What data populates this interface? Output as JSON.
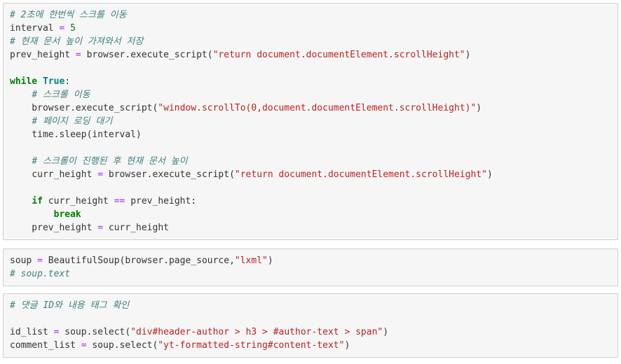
{
  "token_styles": {
    "plain": {
      "color": "#333333"
    },
    "comment": {
      "color": "#408080",
      "italic": true
    },
    "keyword": {
      "color": "#008000",
      "bold": true
    },
    "builtin": {
      "color": "#008080",
      "bold": true
    },
    "operator": {
      "color": "#AA22FF"
    },
    "number": {
      "color": "#008800"
    },
    "string": {
      "color": "#BA2121"
    }
  },
  "block_background": "#f6f6f6",
  "block_border": "#cfcfcf",
  "code_blocks": [
    {
      "label": "scroll-loop-block",
      "lines": [
        [
          {
            "t": "comment",
            "v": "# 2초에 한번씩 스크롤 이동"
          }
        ],
        [
          {
            "t": "plain",
            "v": "interval "
          },
          {
            "t": "operator",
            "v": "="
          },
          {
            "t": "plain",
            "v": " "
          },
          {
            "t": "number",
            "v": "5"
          }
        ],
        [
          {
            "t": "comment",
            "v": "# 현재 문서 높이 가져와서 저장"
          }
        ],
        [
          {
            "t": "plain",
            "v": "prev_height "
          },
          {
            "t": "operator",
            "v": "="
          },
          {
            "t": "plain",
            "v": " browser.execute_script("
          },
          {
            "t": "string",
            "v": "\"return document.documentElement.scrollHeight\""
          },
          {
            "t": "plain",
            "v": ")"
          }
        ],
        [],
        [
          {
            "t": "keyword",
            "v": "while"
          },
          {
            "t": "plain",
            "v": " "
          },
          {
            "t": "builtin",
            "v": "True"
          },
          {
            "t": "plain",
            "v": ":"
          }
        ],
        [
          {
            "t": "plain",
            "v": "    "
          },
          {
            "t": "comment",
            "v": "# 스크롤 이동"
          }
        ],
        [
          {
            "t": "plain",
            "v": "    browser.execute_script("
          },
          {
            "t": "string",
            "v": "\"window.scrollTo(0,document.documentElement.scrollHeight)\""
          },
          {
            "t": "plain",
            "v": ")"
          }
        ],
        [
          {
            "t": "plain",
            "v": "    "
          },
          {
            "t": "comment",
            "v": "# 페이지 로딩 대기"
          }
        ],
        [
          {
            "t": "plain",
            "v": "    time.sleep(interval)"
          }
        ],
        [],
        [
          {
            "t": "plain",
            "v": "    "
          },
          {
            "t": "comment",
            "v": "# 스크롤이 진행된 후 현재 문서 높이"
          }
        ],
        [
          {
            "t": "plain",
            "v": "    curr_height "
          },
          {
            "t": "operator",
            "v": "="
          },
          {
            "t": "plain",
            "v": " browser.execute_script("
          },
          {
            "t": "string",
            "v": "\"return document.documentElement.scrollHeight\""
          },
          {
            "t": "plain",
            "v": ")"
          }
        ],
        [],
        [
          {
            "t": "plain",
            "v": "    "
          },
          {
            "t": "keyword",
            "v": "if"
          },
          {
            "t": "plain",
            "v": " curr_height "
          },
          {
            "t": "operator",
            "v": "=="
          },
          {
            "t": "plain",
            "v": " prev_height:"
          }
        ],
        [
          {
            "t": "plain",
            "v": "        "
          },
          {
            "t": "keyword",
            "v": "break"
          }
        ],
        [
          {
            "t": "plain",
            "v": "    prev_height "
          },
          {
            "t": "operator",
            "v": "="
          },
          {
            "t": "plain",
            "v": " curr_height"
          }
        ]
      ]
    },
    {
      "label": "beautifulsoup-parse-block",
      "lines": [
        [
          {
            "t": "plain",
            "v": "soup "
          },
          {
            "t": "operator",
            "v": "="
          },
          {
            "t": "plain",
            "v": " BeautifulSoup(browser.page_source,"
          },
          {
            "t": "string",
            "v": "\"lxml\""
          },
          {
            "t": "plain",
            "v": ")"
          }
        ],
        [
          {
            "t": "comment",
            "v": "# soup.text"
          }
        ]
      ]
    },
    {
      "label": "comment-selector-block",
      "lines": [
        [
          {
            "t": "comment",
            "v": "# 댓글 ID와 내용 태그 확인"
          }
        ],
        [],
        [
          {
            "t": "plain",
            "v": "id_list "
          },
          {
            "t": "operator",
            "v": "="
          },
          {
            "t": "plain",
            "v": " soup.select("
          },
          {
            "t": "string",
            "v": "\"div#header-author > h3 > #author-text > span\""
          },
          {
            "t": "plain",
            "v": ")"
          }
        ],
        [
          {
            "t": "plain",
            "v": "comment_list "
          },
          {
            "t": "operator",
            "v": "="
          },
          {
            "t": "plain",
            "v": " soup.select("
          },
          {
            "t": "string",
            "v": "\"yt-formatted-string#content-text\""
          },
          {
            "t": "plain",
            "v": ")"
          }
        ]
      ]
    }
  ]
}
